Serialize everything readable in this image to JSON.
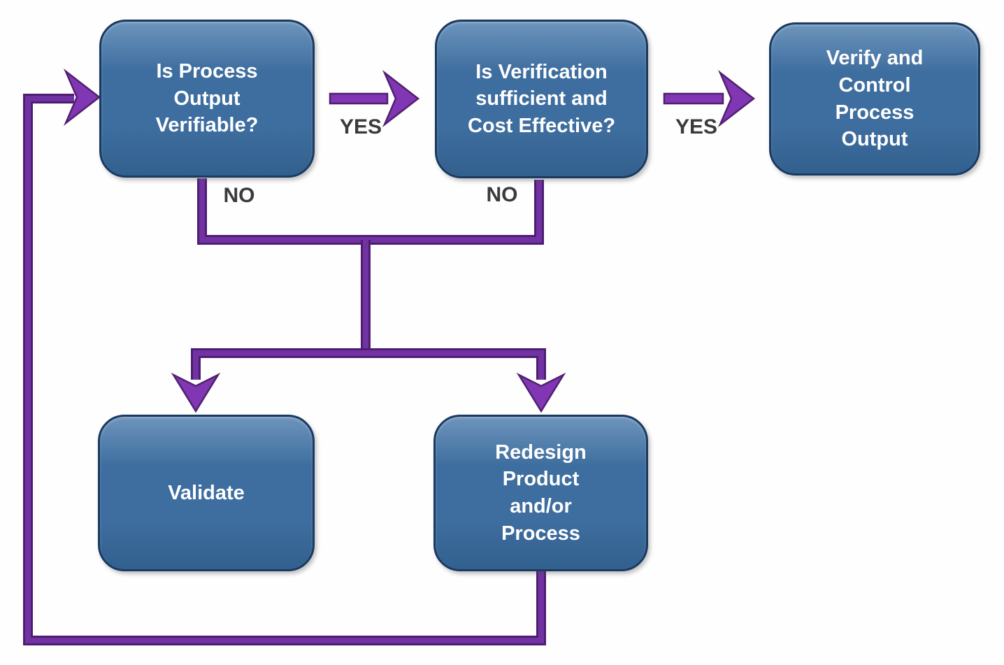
{
  "boxes": [
    {
      "id": "is-process-output-verifiable",
      "label": "Is Process\nOutput\nVerifiable?"
    },
    {
      "id": "is-verification-sufficient-cost-effective",
      "label": "Is Verification\nsufficient and\nCost Effective?"
    },
    {
      "id": "verify-and-control-process-output",
      "label": "Verify and\nControl\nProcess\nOutput"
    },
    {
      "id": "validate",
      "label": "Validate"
    },
    {
      "id": "redesign-product-and-or-process",
      "label": "Redesign\nProduct\nand/or\nProcess"
    }
  ],
  "edge_labels": {
    "yes1": "YES",
    "yes2": "YES",
    "no1": "NO",
    "no2": "NO"
  },
  "colors": {
    "background": "#fefefe",
    "box_fill_light": "#6d94bc",
    "box_fill": "#3e6e9f",
    "box_fill_dark": "#32608e",
    "box_border": "#1a3a61",
    "box_text": "#ffffff",
    "arrow_fill": "#8136b3",
    "arrow_outline": "#51206f",
    "line_dark": "#4e1d73",
    "line_light": "#7233a2",
    "edge_label_text": "#3b3b3b"
  }
}
